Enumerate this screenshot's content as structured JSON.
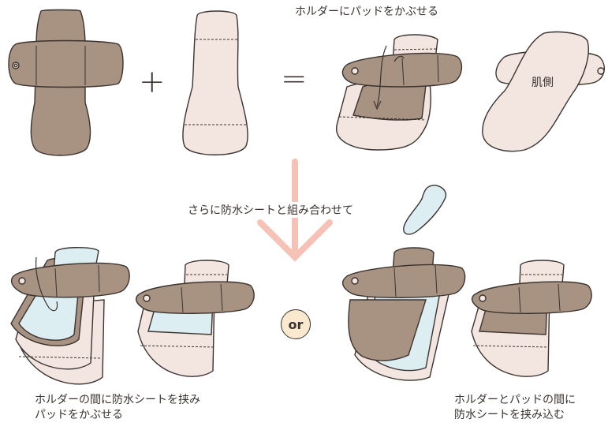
{
  "labels": {
    "top_instruction": "ホルダーにパッドをかぶせる",
    "skin_side": "肌側",
    "plus": "+",
    "equals": "=",
    "combine_instruction": "さらに防水シートと組み合わせて",
    "or": "or",
    "left_caption_line1": "ホルダーの間に防水シートを挟み",
    "left_caption_line2": "パッドをかぶせる",
    "right_caption_line1": "ホルダーとパッドの間に",
    "right_caption_line2": "防水シートを挟み込む"
  },
  "colors": {
    "holder": "#a89282",
    "pad": "#f3e6e1",
    "sheet": "#dceef1",
    "arrow": "#f6c2b5",
    "outline": "#3a3330",
    "or_badge": "#fbe9cf"
  }
}
